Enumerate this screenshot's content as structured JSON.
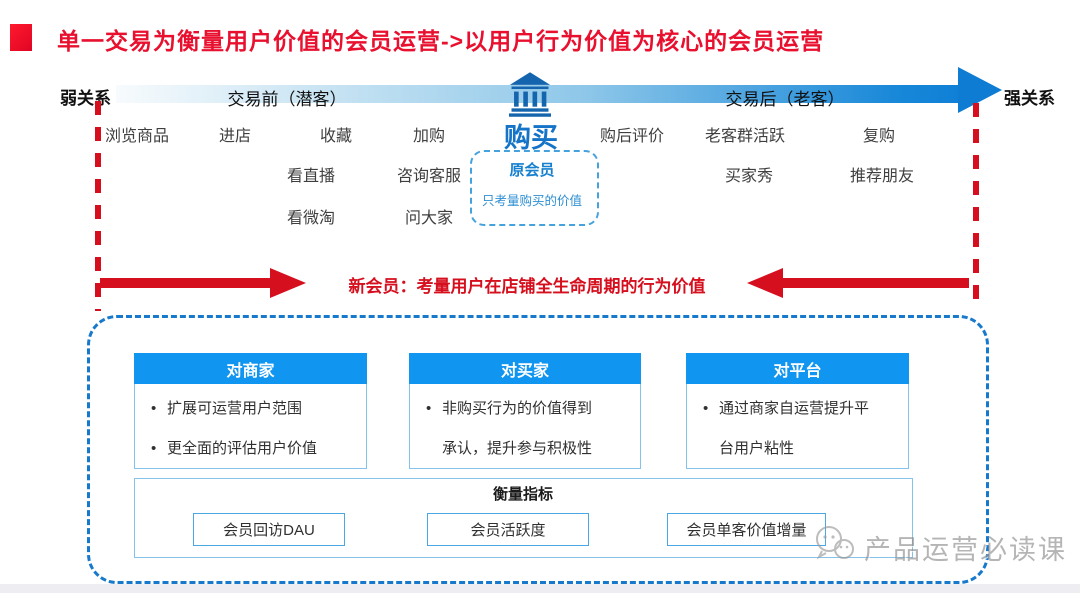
{
  "title": "单一交易为衡量用户价值的会员运营->以用户行为价值为核心的会员运营",
  "timeline": {
    "left_label": "弱关系",
    "right_label": "强关系",
    "pre_label": "交易前（潜客）",
    "post_label": "交易后（老客）",
    "buy_label": "购买",
    "original_member": {
      "title": "原会员",
      "subtitle": "只考量购买的价值"
    }
  },
  "behaviors": {
    "pre_row1": [
      "浏览商品",
      "进店",
      "收藏",
      "加购"
    ],
    "pre_row2": [
      "看直播",
      "咨询客服"
    ],
    "pre_row3": [
      "看微淘",
      "问大家"
    ],
    "post_row1": [
      "购后评价",
      "老客群活跃",
      "复购"
    ],
    "post_row2": [
      "买家秀",
      "推荐朋友"
    ]
  },
  "new_member_text": "新会员：考量用户在店铺全生命周期的行为价值",
  "cards": [
    {
      "header": "对商家",
      "bullets": [
        "扩展可运营用户范围",
        "更全面的评估用户价值"
      ]
    },
    {
      "header": "对买家",
      "bullets": [
        "非购买行为的价值得到承认，提升参与积极性"
      ]
    },
    {
      "header": "对平台",
      "bullets": [
        "通过商家自运营提升平台用户粘性"
      ]
    }
  ],
  "metrics": {
    "title": "衡量指标",
    "items": [
      "会员回访DAU",
      "会员活跃度",
      "会员单客价值增量"
    ]
  },
  "watermark": "产品运营必读课",
  "icons": {
    "center": "bank-icon",
    "watermark": "wechat-icon"
  },
  "colors": {
    "title_red": "#e8102e",
    "arrow_gradient_end": "#0e7fd6",
    "bank_blue": "#1565ae",
    "buy_blue": "#1573c8",
    "dashed_box_blue": "#1779cc",
    "card_header_blue": "#1095f0",
    "red_dashed": "#d60f1e"
  }
}
